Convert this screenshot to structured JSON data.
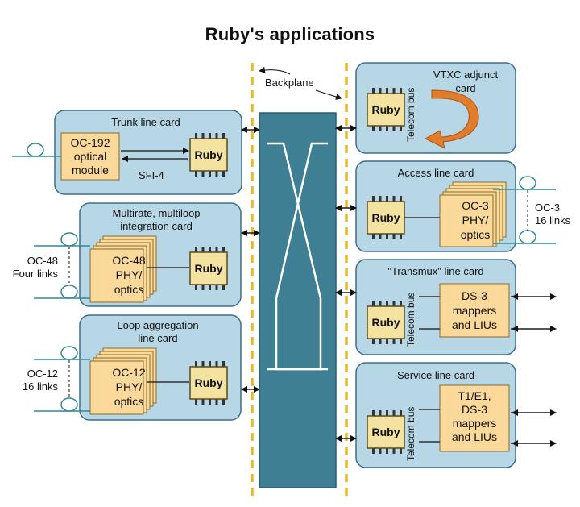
{
  "title": "Ruby's applications",
  "backplane_label": "Backplane",
  "chip_label": "Ruby",
  "telecom_bus_label": "Telecom bus",
  "sfi_label": "SFI-4",
  "cards": {
    "vtxc": [
      "VTXC adjunct",
      "card"
    ],
    "trunk": [
      "Trunk line card"
    ],
    "access": [
      "Access line card"
    ],
    "multirate": [
      "Multirate, multiloop",
      "integration card"
    ],
    "transmux": [
      "\"Transmux\" line card"
    ],
    "loop": [
      "Loop aggregation",
      "line card"
    ],
    "service": [
      "Service line card"
    ]
  },
  "modules": {
    "oc192": [
      "OC-192",
      "optical",
      "module"
    ],
    "oc3": [
      "OC-3",
      "PHY/",
      "optics"
    ],
    "oc48": [
      "OC-48",
      "PHY/",
      "optics"
    ],
    "oc12": [
      "OC-12",
      "PHY/",
      "optics"
    ],
    "ds3": [
      "DS-3",
      "mappers",
      "and LIUs"
    ],
    "t1e1": [
      "T1/E1,",
      "DS-3",
      "mappers",
      "and LIUs"
    ]
  },
  "links": {
    "oc3": [
      "OC-3",
      "16 links"
    ],
    "oc48": [
      "OC-48",
      "Four links"
    ],
    "oc12": [
      "OC-12",
      "16 links"
    ]
  },
  "colors": {
    "card_fill": "#b8d7e6",
    "card_stroke": "#3d6f8c",
    "module_fill": "#fbd99a",
    "chip_fill": "#f4e3a0",
    "backplane_fill": "#3f7f93",
    "dash": "#e7b92a",
    "line": "#2f8a96",
    "arrow_orange": "#e07c2b"
  }
}
